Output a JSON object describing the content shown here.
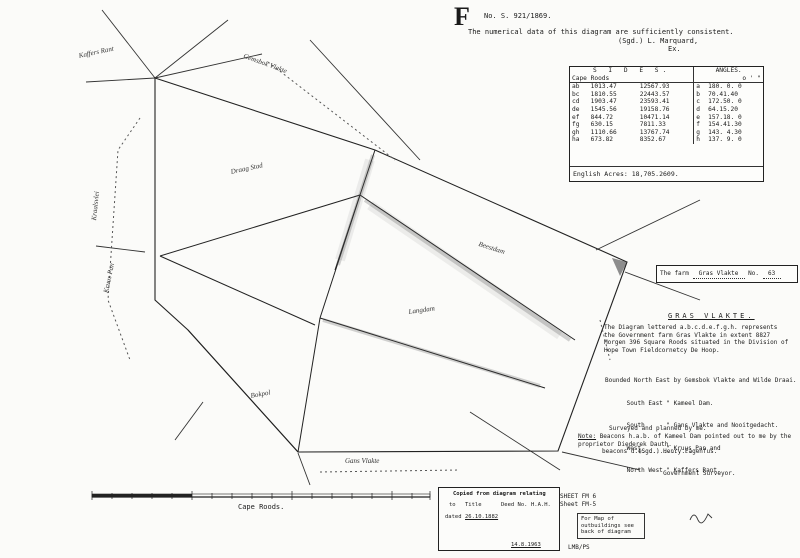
{
  "header": {
    "big_letter": "F",
    "sg_number": "No. S. 921/1869.",
    "statement": "The numerical data of this diagram are sufficiently consistent.",
    "signed": "(Sgd.) L. Marquard,",
    "signed_title": "Ex."
  },
  "sides_table": {
    "title": "S I D E S.",
    "col_unit_label": "Cape Roods",
    "angles_title": "ANGLES.",
    "angles_units": "o  ' \"",
    "rows": [
      {
        "side": "ab",
        "a": "1013.47",
        "b": "12567.93",
        "pt": "a",
        "angle": "180. 0. 0"
      },
      {
        "side": "bc",
        "a": "1810.55",
        "b": "22443.57",
        "pt": "b",
        "angle": "70.41.40"
      },
      {
        "side": "cd",
        "a": "1903.47",
        "b": "23593.41",
        "pt": "c",
        "angle": "172.50. 0"
      },
      {
        "side": "de",
        "a": "1545.56",
        "b": "19158.76",
        "pt": "d",
        "angle": "64.15.20"
      },
      {
        "side": "ef",
        "a": "844.72",
        "b": "10471.14",
        "pt": "e",
        "angle": "157.18. 0"
      },
      {
        "side": "fg",
        "a": "630.15",
        "b": "7811.33",
        "pt": "f",
        "angle": "154.41.30"
      },
      {
        "side": "gh",
        "a": "1110.66",
        "b": "13767.74",
        "pt": "g",
        "angle": "143. 4.30"
      },
      {
        "side": "ha",
        "a": "673.82",
        "b": "8352.67",
        "pt": "h",
        "angle": "137. 9. 0"
      }
    ],
    "area": "English Acres: 18,705.2609."
  },
  "farm_box": {
    "prefix": "The farm",
    "name": "Gras Vlakte",
    "no_label": "No.",
    "number": "63"
  },
  "description": {
    "title": "GRAS VLAKTE.",
    "paragraph": "The Diagram lettered a.b.c.d.e.f.g.h. represents the Government farm Gras Vlakte in extent 8827 Morgen 396 Square Roods situated in the Division of Hope Town Fieldcornetcy De Hoop.",
    "bounded": [
      "Bounded North East by Gemsbok Vlakte and Wilde Draai.",
      "      South East \" Kameel Dam.",
      "      South      \" Gans Vlakte and Nooitgedacht.",
      "      West       \" Kruus Pan and",
      "      North West \" Kaffers Rant."
    ],
    "surveyed": [
      "Surveyed and planned by me.",
      "        (Sgd.) Henry Fagenfus.",
      "               Government Surveyor."
    ],
    "note_label": "Note:",
    "note_text": "Beacons h.a.b. of Kameel Dam pointed out to me by the proprietor Diederek Dauth.",
    "note_text2": "beacons d.e. ............"
  },
  "stamp": {
    "title": "Copied from diagram relating",
    "line2_a": "to",
    "line2_b": "Title",
    "line2_c": "Deed No.",
    "line2_d": "H.A.H.",
    "dated_label": "dated",
    "dated_value": "26.10.1882",
    "sig_date": "14.8.1963"
  },
  "stamp2": {
    "lines": [
      "For Map of",
      "outbuildings see",
      "back of diagram"
    ]
  },
  "sheets": {
    "sheet1": "SHEET FM 6",
    "sheet2": "Sheet FM-5",
    "code": "LMB/PS"
  },
  "scale": {
    "label": "Cape Roods."
  },
  "map_labels": {
    "north_west": "Kaffers Rant",
    "north_east_top": "Gemsbok Vlakte",
    "gras": "Draag Stad",
    "kraal": "Beestdam",
    "centre": "Langdam",
    "lower": "Bokpol",
    "bottom": "Gans Vlakte",
    "west": "Kruus Pan",
    "far_west": "Kraalsvlei"
  }
}
